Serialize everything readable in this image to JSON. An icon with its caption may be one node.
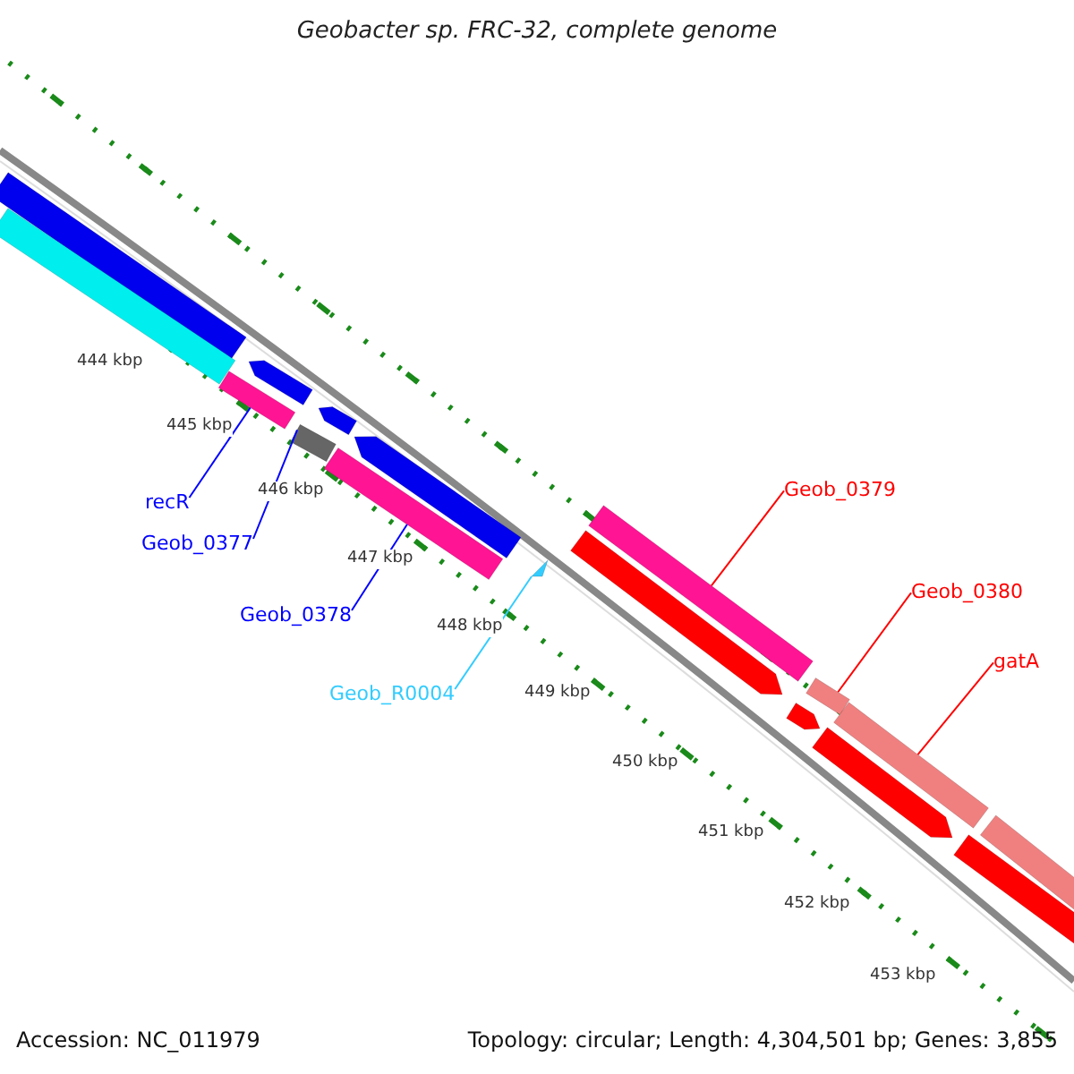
{
  "diagram": {
    "title": "Geobacter sp. FRC-32, complete genome",
    "nodes": [
      {
        "text": [
          "recR"
        ]
      },
      {
        "text": [
          "Geob_0377"
        ]
      },
      {
        "text": [
          "Geob_0378"
        ]
      },
      {
        "text": [
          "Geob_R0004"
        ]
      },
      {
        "text": [
          "Geob_0379"
        ]
      },
      {
        "text": [
          "Geob_0380"
        ]
      },
      {
        "text": [
          "gatA"
        ]
      },
      {
        "text": [],
        "shape": "bar"
      },
      {
        "text": [],
        "shape": "bar"
      },
      {
        "text": [],
        "shape": "bar"
      },
      {
        "text": [],
        "shape": "triangle"
      },
      {
        "text": [],
        "shape": "bar"
      },
      {
        "text": [],
        "shape": "bar"
      },
      {
        "text": [],
        "shape": "bar"
      }
    ],
    "edges": [
      {
        "from": 0,
        "to": 7,
        "arrow": "none",
        "color": "#0000ff"
      },
      {
        "from": 1,
        "to": 8,
        "arrow": "none",
        "color": "#0000ff"
      },
      {
        "from": 2,
        "to": 9,
        "arrow": "none",
        "color": "#0000ff"
      },
      {
        "from": 3,
        "to": 10,
        "arrow": "none",
        "color": "#33ccff"
      },
      {
        "from": 4,
        "to": 11,
        "arrow": "none",
        "color": "#ff0000"
      },
      {
        "from": 5,
        "to": 12,
        "arrow": "none",
        "color": "#ff0000"
      },
      {
        "from": 6,
        "to": 13,
        "arrow": "none",
        "color": "#ff0000"
      }
    ],
    "labels": [
      "444 kbp",
      "445 kbp",
      "446 kbp",
      "447 kbp",
      "448 kbp",
      "449 kbp",
      "450 kbp",
      "451 kbp",
      "452 kbp",
      "453 kbp",
      "Accession: NC_011979",
      "Topology: circular; Length: 4,304,501 bp; Genes: 3,855"
    ]
  }
}
